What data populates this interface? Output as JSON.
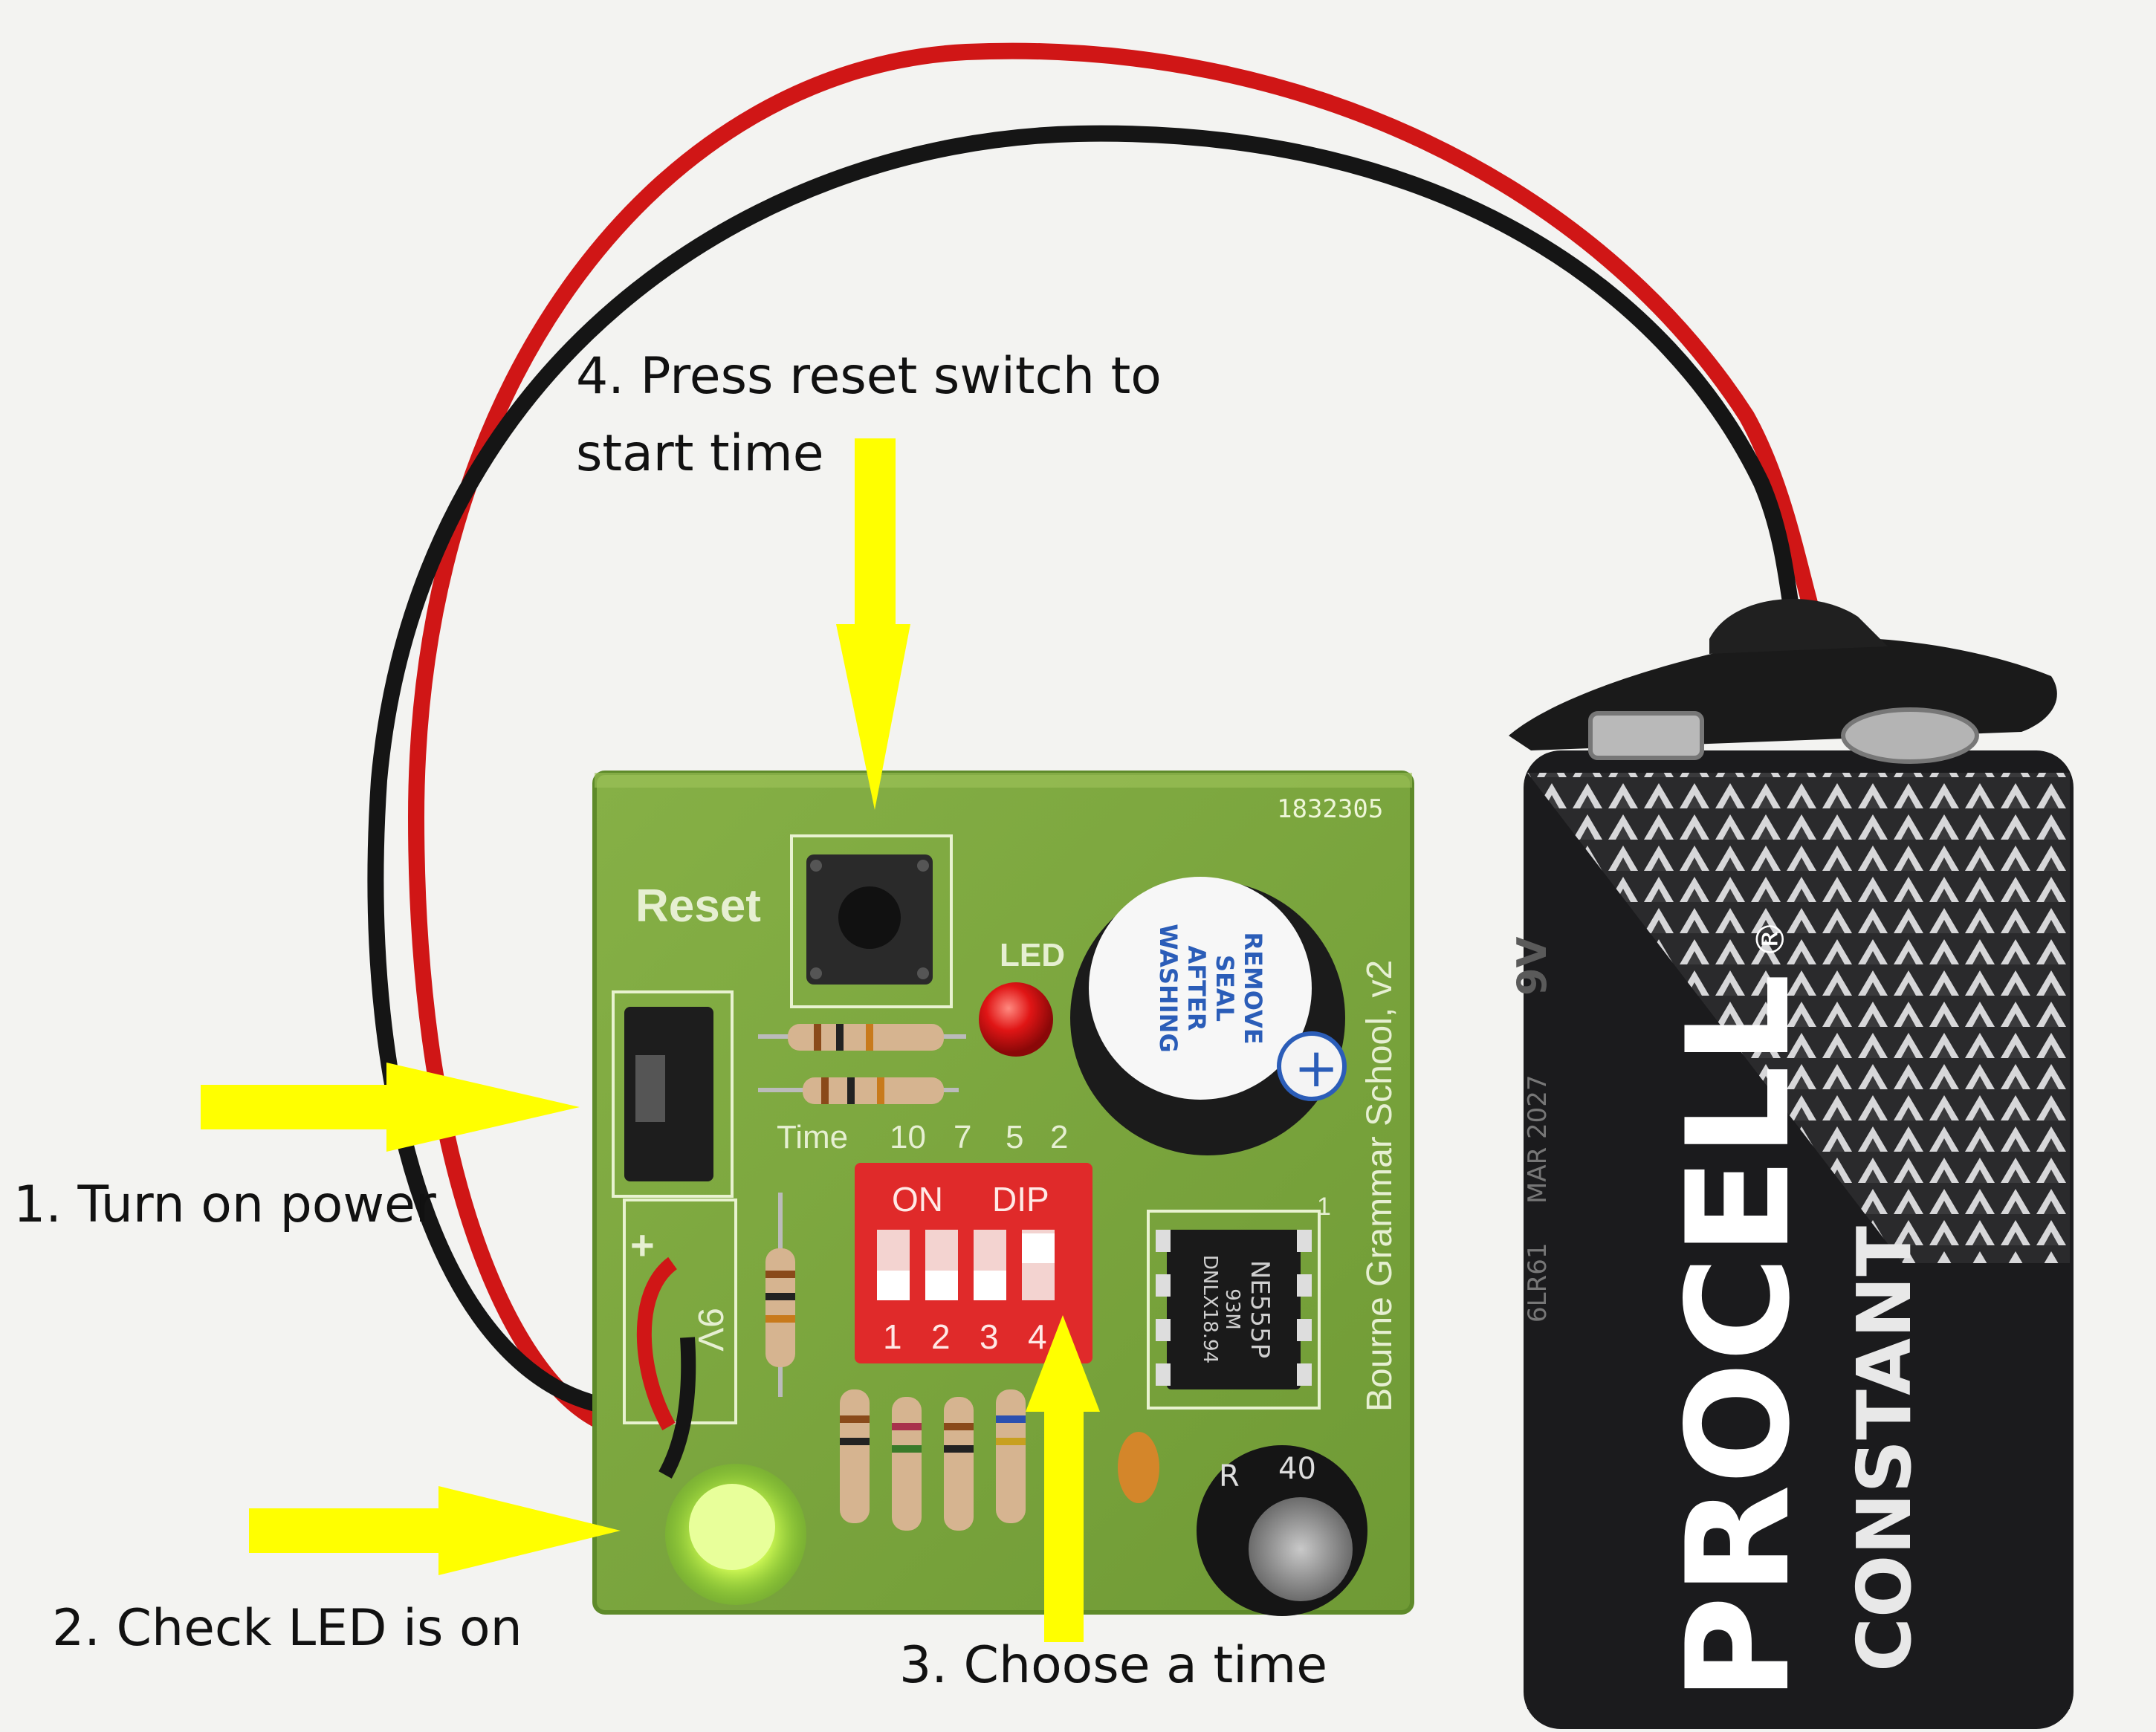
{
  "colors": {
    "background": "#f3f3f1",
    "pcb": "#7da83e",
    "arrow": "#ffff00",
    "wire_red": "#d01616",
    "wire_black": "#151515",
    "led_green": "#c8ff40",
    "led_red": "#d80f10",
    "dip_switch": "#e02a2a",
    "battery": "#1b1b1d"
  },
  "annotations": {
    "step1": "1. Turn on power",
    "step2": "2. Check LED is on",
    "step3": "3. Choose a time",
    "step4_line1": "4. Press reset switch to",
    "step4_line2": "start time"
  },
  "pcb": {
    "serial": "1832305",
    "reset_label": "Reset",
    "led_label": "LED",
    "time_label": "Time",
    "time_values": [
      "10",
      "7",
      "5",
      "2"
    ],
    "dip_on": "ON",
    "dip_label": "DIP",
    "dip_numbers": [
      "1",
      "2",
      "3",
      "4"
    ],
    "board_text": "Bourne Grammar School, v2",
    "battery_terminal_plus": "+",
    "battery_terminal_label": "9V",
    "ic_line1": "NE555P",
    "ic_line2": "93M",
    "ic_line3": "DNLX18.94",
    "ic_pin1": "1",
    "cap_text": "R",
    "cap_value": "40"
  },
  "buzzer": {
    "line1": "REMOVE",
    "line2": "SEAL",
    "line3": "AFTER",
    "line4": "WASHING",
    "plus": "+"
  },
  "battery": {
    "brand": "PROCELL",
    "registered": "®",
    "model": "CONSTANT",
    "voltage": "9V",
    "expiry": "MAR 2027",
    "code": "6LR61"
  }
}
